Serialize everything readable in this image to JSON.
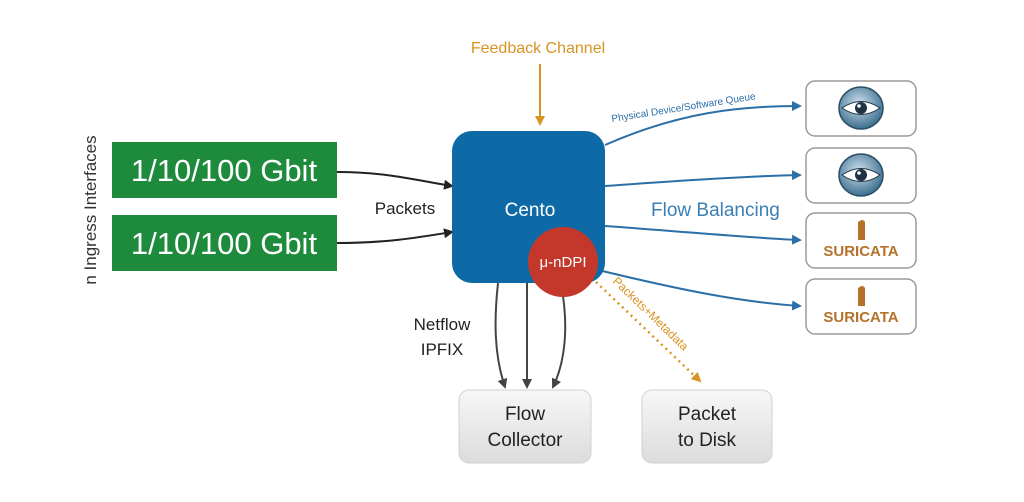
{
  "ingress_label": "n Ingress Interfaces",
  "interfaces": [
    {
      "label": "1/10/100 Gbit"
    },
    {
      "label": "1/10/100 Gbit"
    }
  ],
  "packets_label": "Packets",
  "feedback_label": "Feedback Channel",
  "core": {
    "label": "Cento",
    "dpi_label": "μ-nDPI"
  },
  "physical_queue_label": "Physical Device/Software Queue",
  "flow_balancing_label": "Flow Balancing",
  "netflow_label": [
    "Netflow",
    "IPFIX"
  ],
  "packets_metadata_label": "Packets+Metadata",
  "outputs": [
    {
      "name": "eye-logo-1",
      "text": ""
    },
    {
      "name": "eye-logo-2",
      "text": ""
    },
    {
      "name": "suricata-1",
      "text": "SURICATA"
    },
    {
      "name": "suricata-2",
      "text": "SURICATA"
    }
  ],
  "flow_collector_label": [
    "Flow",
    "Collector"
  ],
  "packet_to_disk_label": [
    "Packet",
    "to Disk"
  ],
  "colors": {
    "green": "#1e8a3c",
    "core_blue": "#0e6aa6",
    "dpi_red": "#c3382b",
    "arrow_blue": "#2a6fa8",
    "orange": "#d89422",
    "text_blue": "#3a7fb5"
  }
}
